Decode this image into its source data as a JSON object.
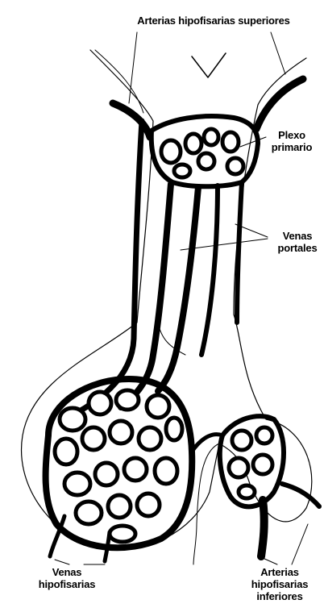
{
  "labels": {
    "top": "Arterias hipofisarias superiores",
    "plexo": [
      "Plexo",
      "primario"
    ],
    "venas_portales": [
      "Venas",
      "portales"
    ],
    "venas_hipofisarias": [
      "Venas",
      "hipofisarias"
    ],
    "arterias_inferiores": [
      "Arterias",
      "hipofisarias",
      "inferiores"
    ]
  },
  "colors": {
    "ink": "#000000",
    "background": "#ffffff"
  }
}
